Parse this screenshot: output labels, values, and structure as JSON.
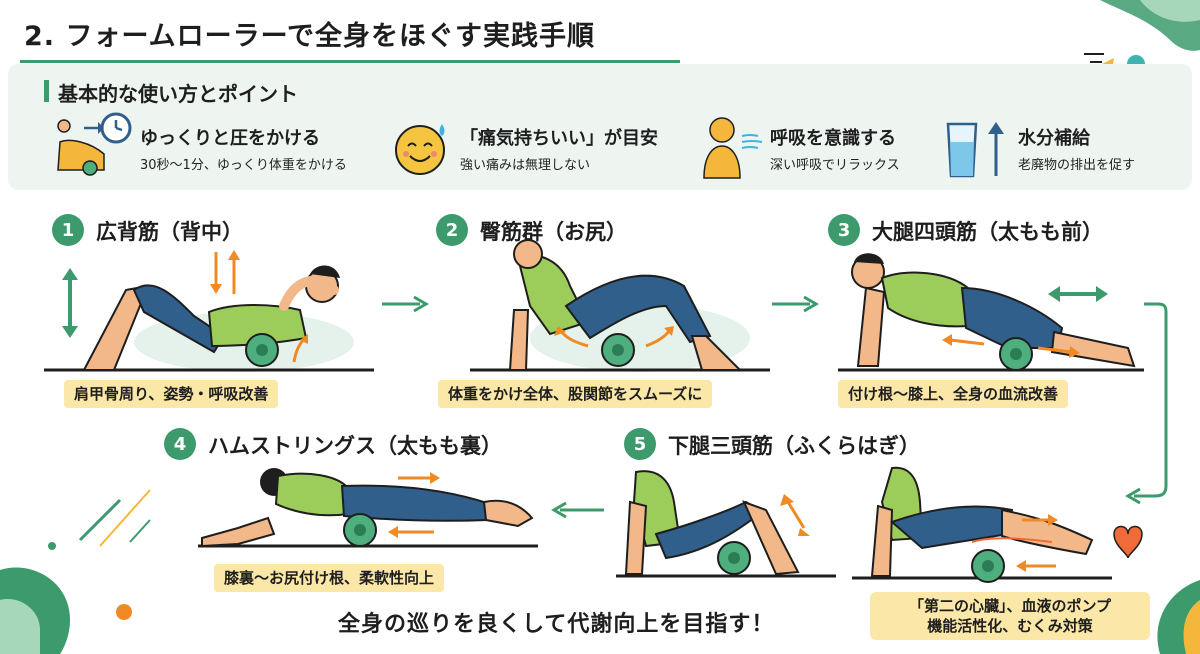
{
  "title": "2. フォームローラーで全身をほぐす実践手順",
  "basics": {
    "heading": "基本的な使い方とポイント",
    "tips": [
      {
        "title": "ゆっくりと圧をかける",
        "desc": "30秒〜1分、ゆっくり体重をかける",
        "icon": "clock-icon"
      },
      {
        "title": "「痛気持ちいい」が目安",
        "desc": "強い痛みは無理しない",
        "icon": "smile-face-icon"
      },
      {
        "title": "呼吸を意識する",
        "desc": "深い呼吸でリラックス",
        "icon": "breathing-person-icon"
      },
      {
        "title": "水分補給",
        "desc": "老廃物の排出を促す",
        "icon": "water-glass-icon"
      }
    ]
  },
  "steps": [
    {
      "num": "1",
      "title": "広背筋（背中）",
      "caption": "肩甲骨周り、姿勢・呼吸改善"
    },
    {
      "num": "2",
      "title": "臀筋群（お尻）",
      "caption": "体重をかけ全体、股関節をスムーズに"
    },
    {
      "num": "3",
      "title": "大腿四頭筋（太もも前）",
      "caption": "付け根〜膝上、全身の血流改善"
    },
    {
      "num": "4",
      "title": "ハムストリングス（太もも裏）",
      "caption": "膝裏〜お尻付け根、柔軟性向上"
    },
    {
      "num": "5",
      "title": "下腿三頭筋（ふくらはぎ）",
      "caption_line1": "「第二の心臓」、血液のポンプ",
      "caption_line2": "機能活性化、むくみ対策"
    }
  ],
  "footer": "全身の巡りを良くして代謝向上を目指す！",
  "colors": {
    "accent": "#3c9a6c",
    "caption_bg": "#fbe7a8",
    "arrow": "#f08a24",
    "shirt": "#9ccc5a",
    "pants": "#2f5f8a",
    "skin": "#f3b889",
    "roller": "#4fae7d"
  }
}
